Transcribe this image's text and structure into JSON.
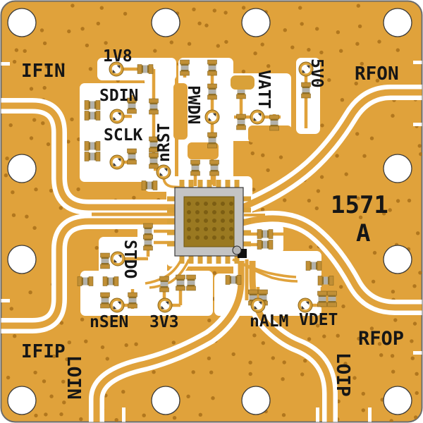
{
  "board": {
    "marking": {
      "number": "1571",
      "revision": "A"
    },
    "colors": {
      "substrate": "#E0A23B",
      "via": "#B1771E",
      "silkscreen": "#FFFFFF",
      "text": "#161616",
      "chip_body": "#C4C4C4",
      "chip_pad": "#9A7921",
      "chip_via": "#7C5E13",
      "component_body": "#8F6F28",
      "component_band": "#B2B1AA",
      "component_pad": "#C08F36",
      "testpoint_ring": "#D9A139",
      "hole": "#FFFFFF"
    },
    "ports": [
      {
        "name": "IFIN"
      },
      {
        "name": "RFON"
      },
      {
        "name": "IFIP"
      },
      {
        "name": "RFOP"
      },
      {
        "name": "LOIN"
      },
      {
        "name": "LOIP"
      }
    ],
    "test_points": [
      {
        "name": "1V8"
      },
      {
        "name": "SDIN"
      },
      {
        "name": "SCLK"
      },
      {
        "name": "nRST"
      },
      {
        "name": "PWDN"
      },
      {
        "name": "VATT"
      },
      {
        "name": "5V0"
      },
      {
        "name": "STDO"
      },
      {
        "name": "nSEN"
      },
      {
        "name": "3V3"
      },
      {
        "name": "nALM"
      },
      {
        "name": "VDET"
      }
    ]
  }
}
